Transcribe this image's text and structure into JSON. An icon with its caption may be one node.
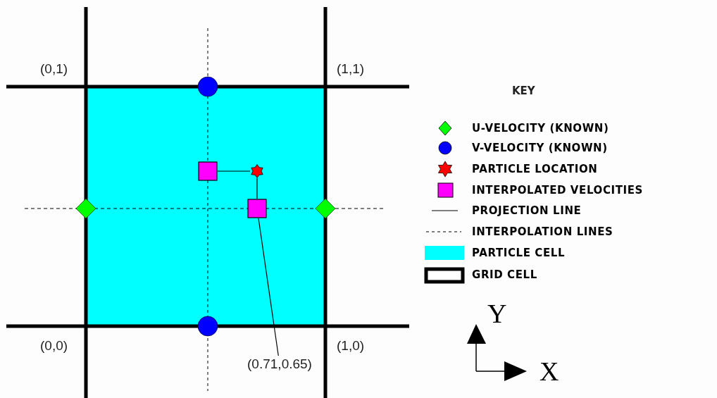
{
  "diagram": {
    "nodes": [
      {
        "text": [],
        "shape": "box"
      },
      {
        "text": [],
        "shape": "star"
      },
      {
        "text": [],
        "shape": "box"
      },
      {
        "text": [
          "(0.71,0.65)"
        ]
      }
    ],
    "edges": [
      {
        "from": 0,
        "to": 1,
        "arrow": "none"
      },
      {
        "from": 1,
        "to": 2,
        "arrow": "none"
      },
      {
        "from": 3,
        "to": 2,
        "arrow": "none"
      }
    ],
    "labels": [
      "(0,1)",
      "(1,1)",
      "(0,0)",
      "(1,0)",
      "KEY",
      "Y",
      "X"
    ],
    "legend": [
      {
        "text": "U-VELOCITY (KNOWN)"
      },
      {
        "text": "V-VELOCITY (KNOWN)"
      },
      {
        "text": "PARTICLE LOCATION"
      },
      {
        "text": "INTERPOLATED VELOCITIES"
      },
      {
        "text": "PROJECTION LINE"
      },
      {
        "text": "INTERPOLATION LINES"
      },
      {
        "text": "PARTICLE CELL",
        "color": "#00ffff"
      },
      {
        "text": "GRID CELL"
      }
    ]
  }
}
